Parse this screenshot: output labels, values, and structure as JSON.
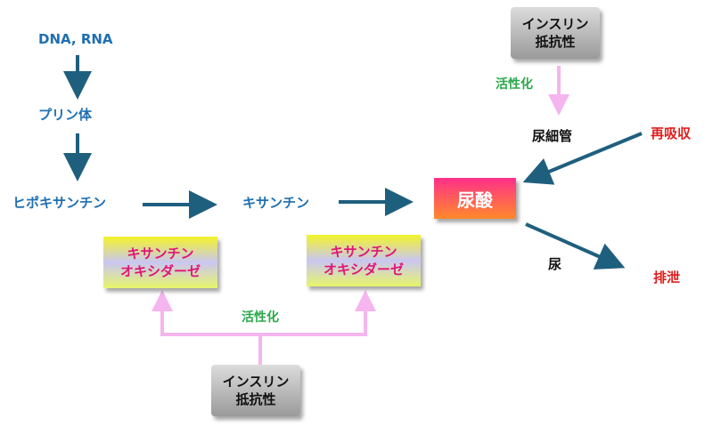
{
  "nodes": {
    "dna_rna": "DNA, RNA",
    "purine": "プリン体",
    "hypoxanthine": "ヒポキサンチン",
    "xanthine": "キサンチン",
    "uric_acid": "尿酸",
    "renal_tubule": "尿細管",
    "reabsorption": "再吸収",
    "urine": "尿",
    "excretion": "排泄"
  },
  "insulin_top": {
    "line1": "インスリン",
    "line2": "抵抗性"
  },
  "insulin_bottom": {
    "line1": "インスリン",
    "line2": "抵抗性"
  },
  "activation_top": "活性化",
  "activation_bottom": "活性化",
  "enzyme_left": {
    "line1": "キサンチン",
    "line2": "オキシダーゼ"
  },
  "enzyme_right": {
    "line1": "キサンチン",
    "line2": "オキシダーゼ"
  },
  "colors": {
    "arrow": "#1f5f7e",
    "activation_arrow": "#f5b5ef",
    "node_text": "#1f6fb2",
    "activation_text": "#2aa84a",
    "enzyme_text": "#e0157a",
    "excretion_text": "#e01e1e"
  }
}
